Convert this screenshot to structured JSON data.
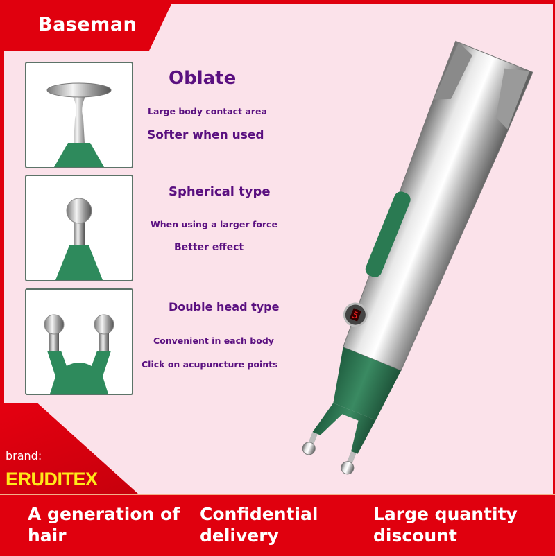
{
  "header": {
    "title": "Baseman"
  },
  "features": [
    {
      "title": "Oblate",
      "line1": "Large body contact area",
      "line2": "Softer when used"
    },
    {
      "title": "Spherical type",
      "line1": "When using a larger force",
      "line2": "Better effect"
    },
    {
      "title": "Double head type",
      "line1": "Convenient in each body",
      "line2": "Click on acupuncture points"
    }
  ],
  "brand": {
    "label": "brand:",
    "name": "ERUDITEX"
  },
  "perks": [
    "A generation of hair",
    "Confidential delivery",
    "Large quantity discount"
  ],
  "display_digit": "5",
  "colors": {
    "red": "#e0000e",
    "pink": "#fbe2ea",
    "purple": "#5a1080",
    "green": "#2e7a55",
    "yellow": "#ffe81a"
  }
}
